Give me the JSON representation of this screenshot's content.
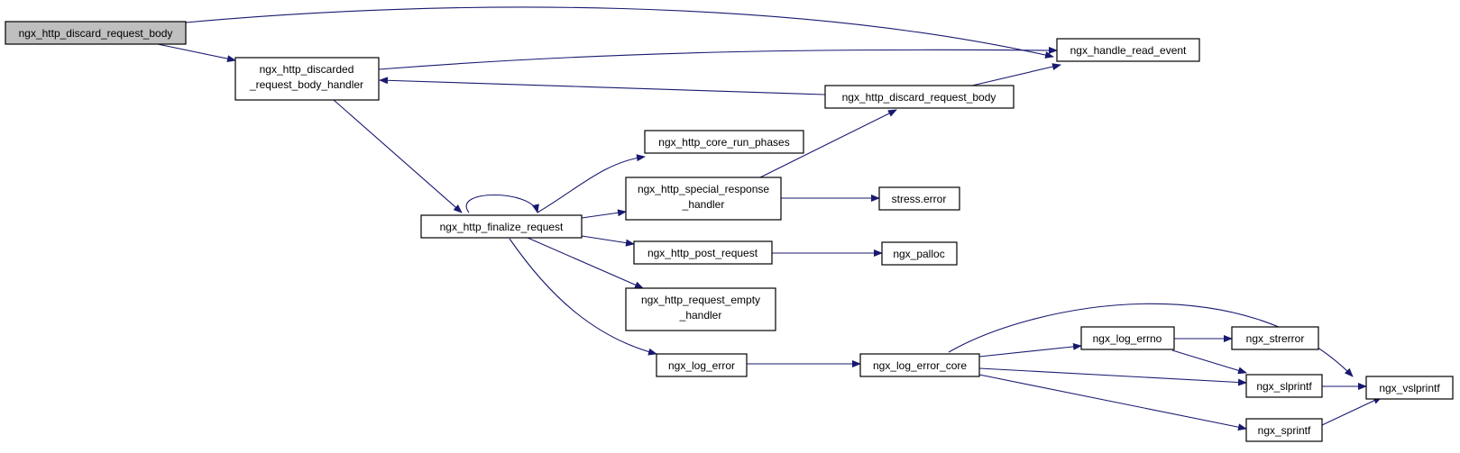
{
  "colors": {
    "edge": "#191970",
    "root_fill": "#bfbfbf",
    "node_fill": "#ffffff",
    "node_border": "#000000"
  },
  "nodes": {
    "root": {
      "lines": [
        "ngx_http_discard_request_body"
      ]
    },
    "discarded_handler": {
      "lines": [
        "ngx_http_discarded",
        "_request_body_handler"
      ]
    },
    "handle_read_event": {
      "lines": [
        "ngx_handle_read_event"
      ]
    },
    "discard_request_body": {
      "lines": [
        "ngx_http_discard_request_body"
      ]
    },
    "core_run_phases": {
      "lines": [
        "ngx_http_core_run_phases"
      ]
    },
    "finalize_request": {
      "lines": [
        "ngx_http_finalize_request"
      ]
    },
    "special_response": {
      "lines": [
        "ngx_http_special_response",
        "_handler"
      ]
    },
    "stress_error": {
      "lines": [
        "stress.error"
      ]
    },
    "post_request": {
      "lines": [
        "ngx_http_post_request"
      ]
    },
    "palloc": {
      "lines": [
        "ngx_palloc"
      ]
    },
    "request_empty": {
      "lines": [
        "ngx_http_request_empty",
        "_handler"
      ]
    },
    "log_error": {
      "lines": [
        "ngx_log_error"
      ]
    },
    "log_error_core": {
      "lines": [
        "ngx_log_error_core"
      ]
    },
    "log_errno": {
      "lines": [
        "ngx_log_errno"
      ]
    },
    "strerror": {
      "lines": [
        "ngx_strerror"
      ]
    },
    "slprintf": {
      "lines": [
        "ngx_slprintf"
      ]
    },
    "vslprintf": {
      "lines": [
        "ngx_vslprintf"
      ]
    },
    "sprintf": {
      "lines": [
        "ngx_sprintf"
      ]
    }
  }
}
